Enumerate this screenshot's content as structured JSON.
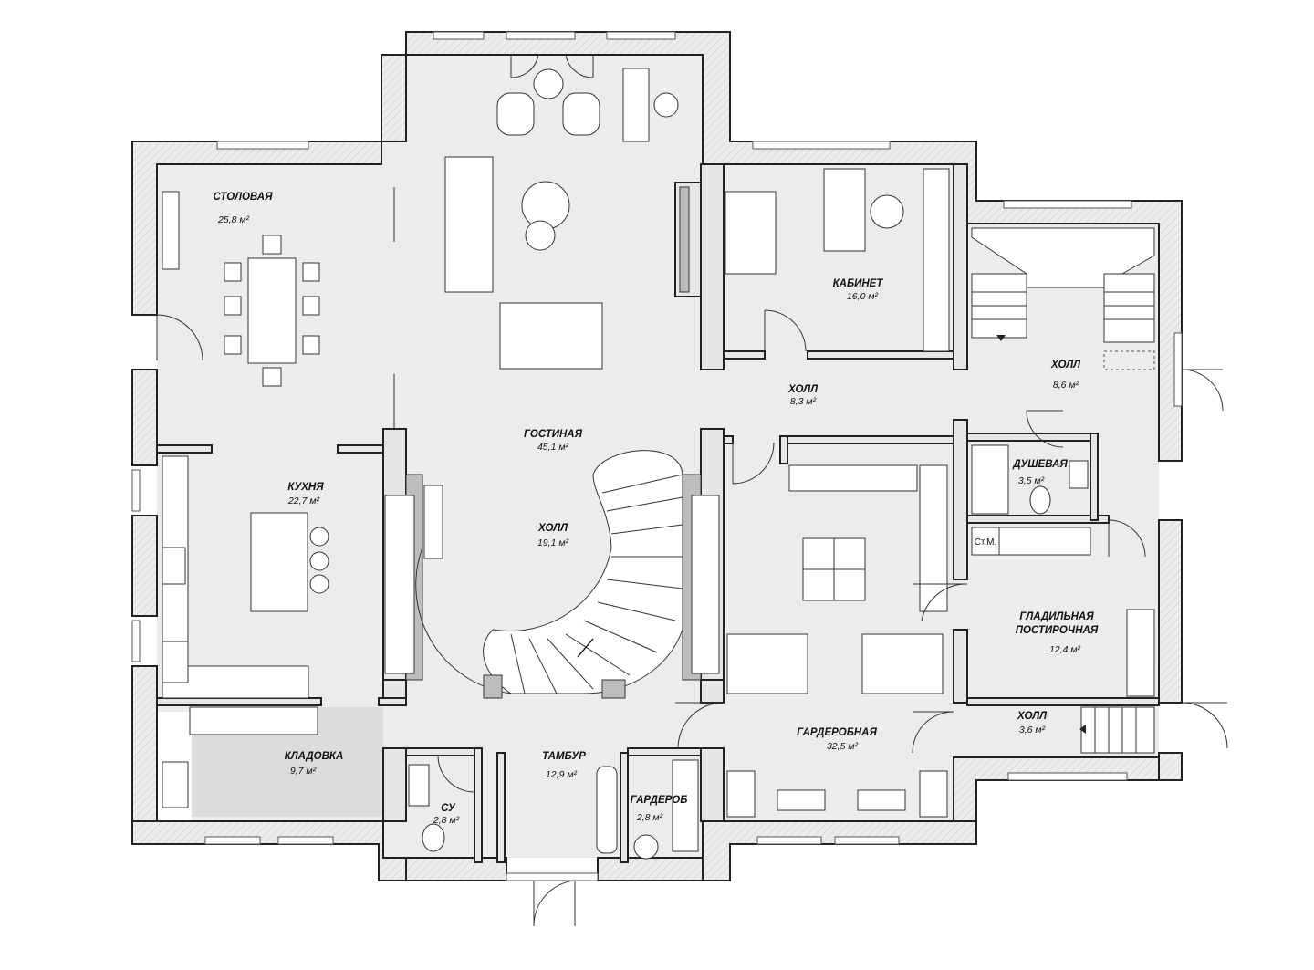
{
  "rooms": {
    "dining": {
      "name": "СТОЛОВАЯ",
      "area": "25,8 м²"
    },
    "living": {
      "name": "ГОСТИНАЯ",
      "area": "45,1 м²"
    },
    "study": {
      "name": "КАБИНЕТ",
      "area": "16,0 м²"
    },
    "hall_upper": {
      "name": "ХОЛЛ",
      "area": "8,3 м²"
    },
    "hall_stair": {
      "name": "ХОЛЛ",
      "area": "8,6 м²"
    },
    "kitchen": {
      "name": "КУХНЯ",
      "area": "22,7 м²"
    },
    "hall_center": {
      "name": "ХОЛЛ",
      "area": "19,1 м²"
    },
    "shower": {
      "name": "ДУШЕВАЯ",
      "area": "3,5 м²"
    },
    "ironing": {
      "name_line1": "ГЛАДИЛЬНАЯ",
      "name_line2": "ПОСТИРОЧНАЯ",
      "area": "12,4 м²"
    },
    "pantry": {
      "name": "КЛАДОВКА",
      "area": "9,7 м²"
    },
    "vestibule": {
      "name": "ТАМБУР",
      "area": "12,9 м²"
    },
    "wardrobe_big": {
      "name": "ГАРДЕРОБНАЯ",
      "area": "32,5 м²"
    },
    "hall_lower": {
      "name": "ХОЛЛ",
      "area": "3,6 м²"
    },
    "wc": {
      "name": "СУ",
      "area": "2,8 м²"
    },
    "wardrobe_small": {
      "name": "ГАРДЕРОБ",
      "area": "2,8 м²"
    }
  },
  "labels": {
    "washing_machine": "Ст.М."
  },
  "colors": {
    "wall": "#e6e6e6",
    "floor": "#ececec",
    "pantry_floor": "#dcdcdc",
    "line": "#222222"
  }
}
